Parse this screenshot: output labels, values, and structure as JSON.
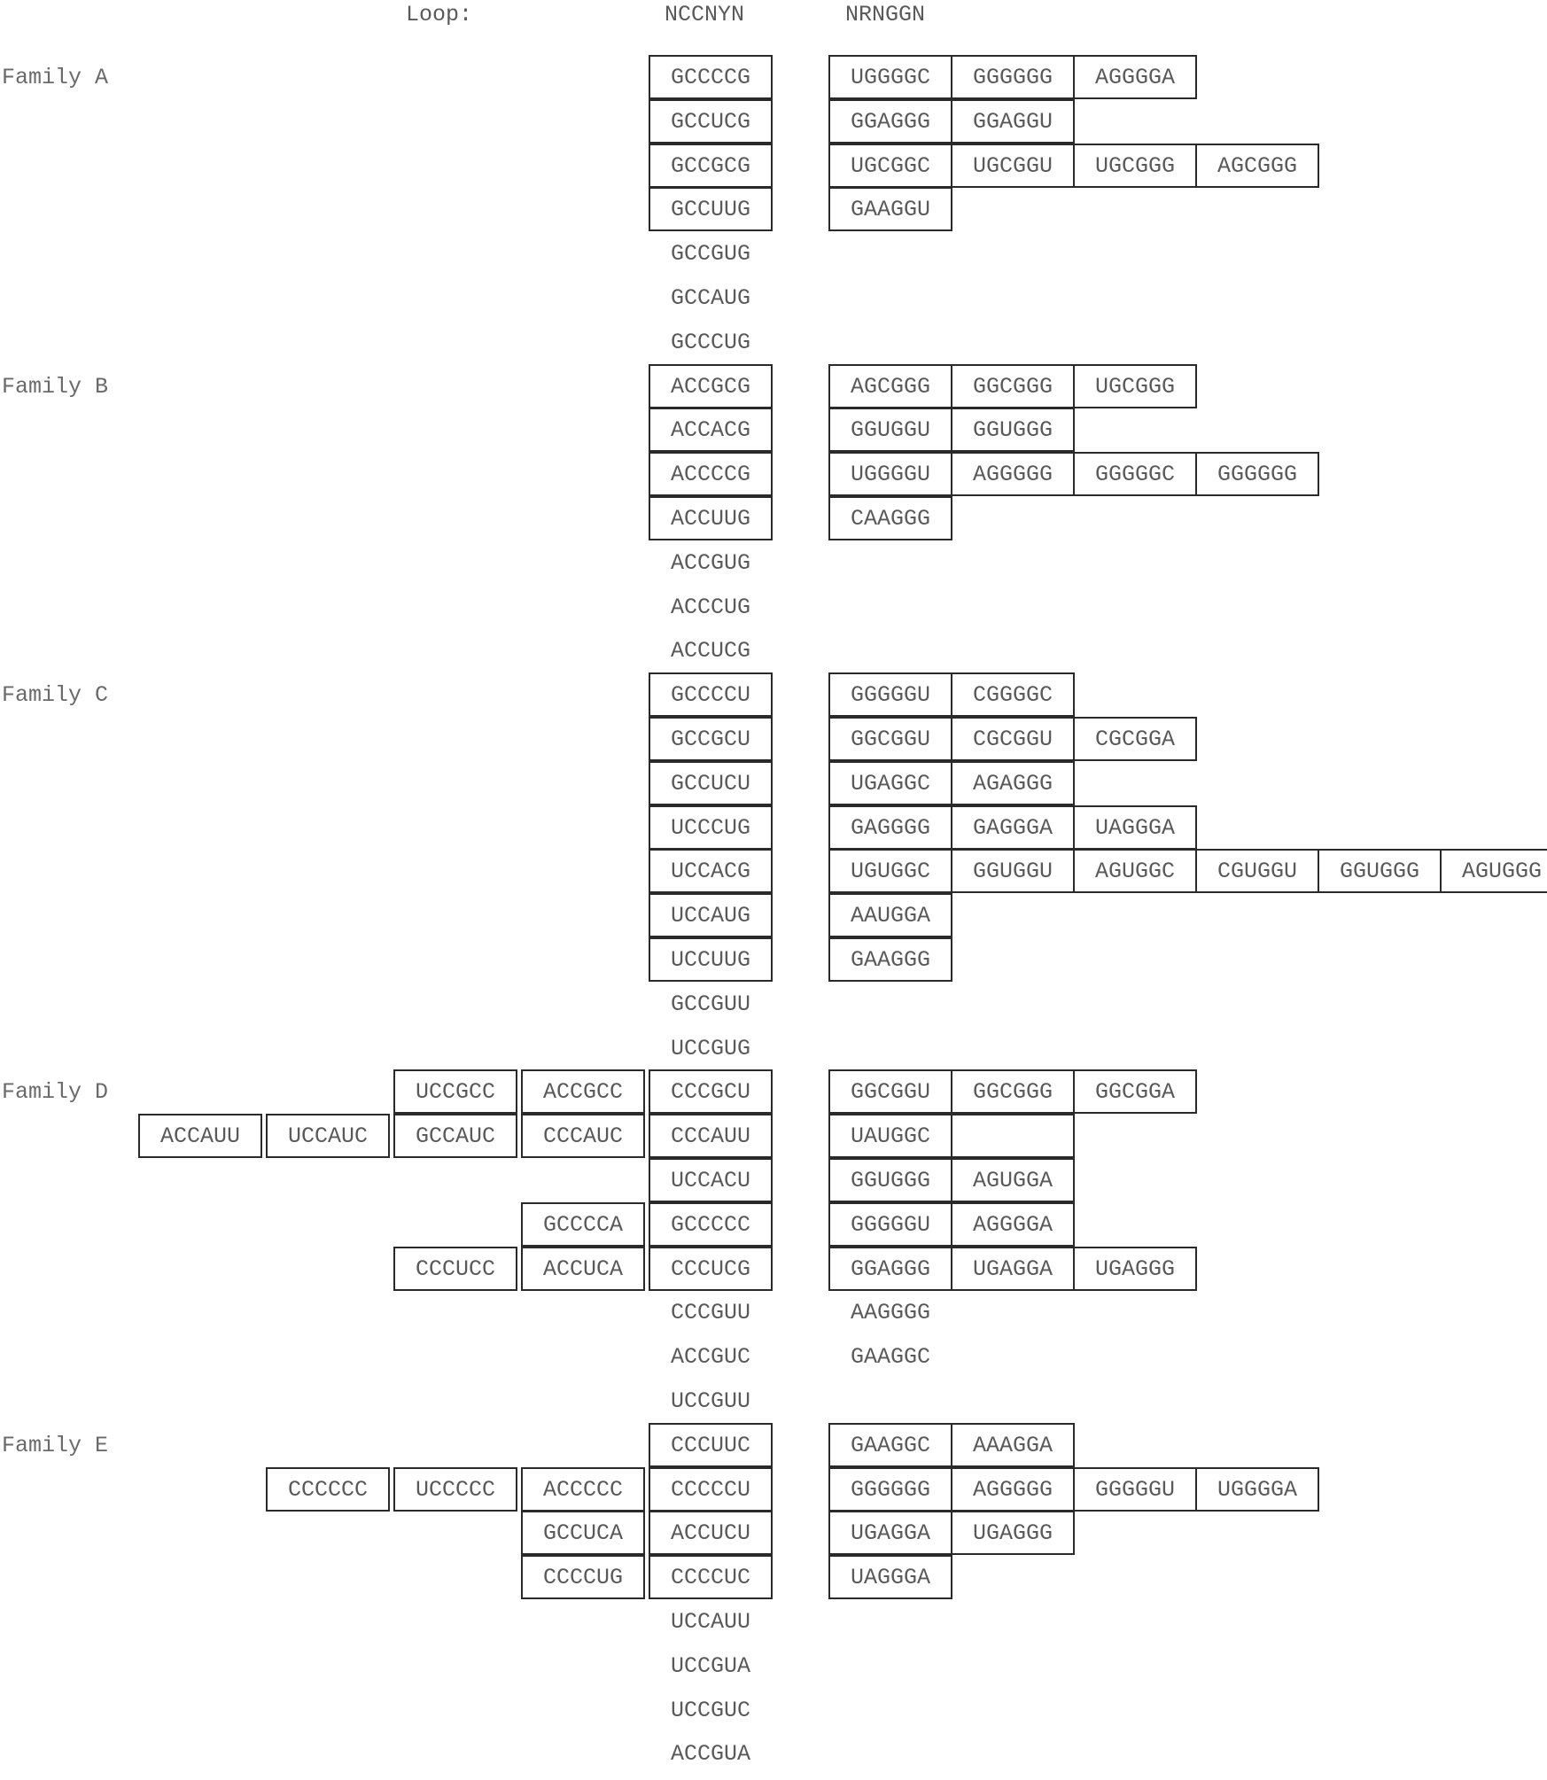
{
  "header": {
    "loop_label": "Loop:",
    "left_motif": "NCCNYN",
    "right_motif": "NRNGGN"
  },
  "families": [
    {
      "name": "Family A",
      "rows": [
        {
          "left": [
            {
              "s": "GCCCCG",
              "box": true
            }
          ],
          "right": [
            {
              "s": "UGGGGC",
              "box": true
            },
            {
              "s": "GGGGGG",
              "box": true
            },
            {
              "s": "AGGGGA",
              "box": true
            }
          ]
        },
        {
          "left": [
            {
              "s": "GCCUCG",
              "box": true
            }
          ],
          "right": [
            {
              "s": "GGAGGG",
              "box": true
            },
            {
              "s": "GGAGGU",
              "box": true
            }
          ]
        },
        {
          "left": [
            {
              "s": "GCCGCG",
              "box": true
            }
          ],
          "right": [
            {
              "s": "UGCGGC",
              "box": true
            },
            {
              "s": "UGCGGU",
              "box": true
            },
            {
              "s": "UGCGGG",
              "box": true
            },
            {
              "s": "AGCGGG",
              "box": true
            }
          ]
        },
        {
          "left": [
            {
              "s": "GCCUUG",
              "box": true
            }
          ],
          "right": [
            {
              "s": "GAAGGU",
              "box": true
            }
          ]
        },
        {
          "left": [
            {
              "s": "GCCGUG",
              "box": false
            }
          ],
          "right": []
        },
        {
          "left": [
            {
              "s": "GCCAUG",
              "box": false
            }
          ],
          "right": []
        },
        {
          "left": [
            {
              "s": "GCCCUG",
              "box": false
            }
          ],
          "right": []
        }
      ]
    },
    {
      "name": "Family B",
      "rows": [
        {
          "left": [
            {
              "s": "ACCGCG",
              "box": true
            }
          ],
          "right": [
            {
              "s": "AGCGGG",
              "box": true
            },
            {
              "s": "GGCGGG",
              "box": true
            },
            {
              "s": "UGCGGG",
              "box": true
            }
          ]
        },
        {
          "left": [
            {
              "s": "ACCACG",
              "box": true
            }
          ],
          "right": [
            {
              "s": "GGUGGU",
              "box": true
            },
            {
              "s": "GGUGGG",
              "box": true
            }
          ]
        },
        {
          "left": [
            {
              "s": "ACCCCG",
              "box": true
            }
          ],
          "right": [
            {
              "s": "UGGGGU",
              "box": true
            },
            {
              "s": "AGGGGG",
              "box": true
            },
            {
              "s": "GGGGGC",
              "box": true
            },
            {
              "s": "GGGGGG",
              "box": true
            }
          ]
        },
        {
          "left": [
            {
              "s": "ACCUUG",
              "box": true
            }
          ],
          "right": [
            {
              "s": "CAAGGG",
              "box": true
            }
          ]
        },
        {
          "left": [
            {
              "s": "ACCGUG",
              "box": false
            }
          ],
          "right": []
        },
        {
          "left": [
            {
              "s": "ACCCUG",
              "box": false
            }
          ],
          "right": []
        },
        {
          "left": [
            {
              "s": "ACCUCG",
              "box": false
            }
          ],
          "right": []
        }
      ]
    },
    {
      "name": "Family C",
      "rows": [
        {
          "left": [
            {
              "s": "GCCCCU",
              "box": true
            }
          ],
          "right": [
            {
              "s": "GGGGGU",
              "box": true
            },
            {
              "s": "CGGGGC",
              "box": true
            }
          ]
        },
        {
          "left": [
            {
              "s": "GCCGCU",
              "box": true
            }
          ],
          "right": [
            {
              "s": "GGCGGU",
              "box": true
            },
            {
              "s": "CGCGGU",
              "box": true
            },
            {
              "s": "CGCGGA",
              "box": true
            }
          ]
        },
        {
          "left": [
            {
              "s": "GCCUCU",
              "box": true
            }
          ],
          "right": [
            {
              "s": "UGAGGC",
              "box": true
            },
            {
              "s": "AGAGGG",
              "box": true
            }
          ]
        },
        {
          "left": [
            {
              "s": "UCCCUG",
              "box": true
            }
          ],
          "right": [
            {
              "s": "GAGGGG",
              "box": true
            },
            {
              "s": "GAGGGA",
              "box": true
            },
            {
              "s": "UAGGGA",
              "box": true
            }
          ]
        },
        {
          "left": [
            {
              "s": "UCCACG",
              "box": true
            }
          ],
          "right": [
            {
              "s": "UGUGGC",
              "box": true
            },
            {
              "s": "GGUGGU",
              "box": true
            },
            {
              "s": "AGUGGC",
              "box": true
            },
            {
              "s": "CGUGGU",
              "box": true
            },
            {
              "s": "GGUGGG",
              "box": true
            },
            {
              "s": "AGUGGG",
              "box": true
            }
          ]
        },
        {
          "left": [
            {
              "s": "UCCAUG",
              "box": true
            }
          ],
          "right": [
            {
              "s": "AAUGGA",
              "box": true
            }
          ]
        },
        {
          "left": [
            {
              "s": "UCCUUG",
              "box": true
            }
          ],
          "right": [
            {
              "s": "GAAGGG",
              "box": true
            }
          ]
        },
        {
          "left": [
            {
              "s": "GCCGUU",
              "box": false
            }
          ],
          "right": []
        },
        {
          "left": [
            {
              "s": "UCCGUG",
              "box": false
            }
          ],
          "right": []
        }
      ]
    },
    {
      "name": "Family D",
      "rows": [
        {
          "left": [
            {
              "s": "UCCGCC",
              "box": true
            },
            {
              "s": "ACCGCC",
              "box": true
            },
            {
              "s": "CCCGCU",
              "box": true
            }
          ],
          "right": [
            {
              "s": "GGCGGU",
              "box": true
            },
            {
              "s": "GGCGGG",
              "box": true
            },
            {
              "s": "GGCGGA",
              "box": true
            }
          ]
        },
        {
          "left": [
            {
              "s": "ACCAUU",
              "box": true
            },
            {
              "s": "UCCAUC",
              "box": true
            },
            {
              "s": "GCCAUC",
              "box": true
            },
            {
              "s": "CCCAUC",
              "box": true
            },
            {
              "s": "CCCAUU",
              "box": true
            }
          ],
          "right": [
            {
              "s": "UAUGGC",
              "box": true
            },
            {
              "s": "",
              "box": true
            }
          ]
        },
        {
          "left": [
            {
              "s": "UCCACU",
              "box": true
            }
          ],
          "right": [
            {
              "s": "GGUGGG",
              "box": true
            },
            {
              "s": "AGUGGA",
              "box": true
            }
          ]
        },
        {
          "left": [
            {
              "s": "GCCCCA",
              "box": true
            },
            {
              "s": "GCCCCC",
              "box": true
            }
          ],
          "right": [
            {
              "s": "GGGGGU",
              "box": true
            },
            {
              "s": "AGGGGA",
              "box": true
            }
          ]
        },
        {
          "left": [
            {
              "s": "CCCUCC",
              "box": true
            },
            {
              "s": "ACCUCA",
              "box": true
            },
            {
              "s": "CCCUCG",
              "box": true
            }
          ],
          "right": [
            {
              "s": "GGAGGG",
              "box": true
            },
            {
              "s": "UGAGGA",
              "box": true
            },
            {
              "s": "UGAGGG",
              "box": true
            }
          ]
        },
        {
          "left": [
            {
              "s": "CCCGUU",
              "box": false
            }
          ],
          "right": [
            {
              "s": "AAGGGG",
              "box": false
            }
          ]
        },
        {
          "left": [
            {
              "s": "ACCGUC",
              "box": false
            }
          ],
          "right": [
            {
              "s": "GAAGGC",
              "box": false
            }
          ]
        },
        {
          "left": [
            {
              "s": "UCCGUU",
              "box": false
            }
          ],
          "right": []
        }
      ]
    },
    {
      "name": "Family E",
      "rows": [
        {
          "left": [
            {
              "s": "CCCUUC",
              "box": true
            }
          ],
          "right": [
            {
              "s": "GAAGGC",
              "box": true
            },
            {
              "s": "AAAGGA",
              "box": true
            }
          ]
        },
        {
          "left": [
            {
              "s": "CCCCCC",
              "box": true
            },
            {
              "s": "UCCCCC",
              "box": true
            },
            {
              "s": "ACCCCC",
              "box": true
            },
            {
              "s": "CCCCCU",
              "box": true
            }
          ],
          "right": [
            {
              "s": "GGGGGG",
              "box": true
            },
            {
              "s": "AGGGGG",
              "box": true
            },
            {
              "s": "GGGGGU",
              "box": true
            },
            {
              "s": "UGGGGA",
              "box": true
            }
          ]
        },
        {
          "left": [
            {
              "s": "GCCUCA",
              "box": true
            },
            {
              "s": "ACCUCU",
              "box": true
            }
          ],
          "right": [
            {
              "s": "UGAGGA",
              "box": true
            },
            {
              "s": "UGAGGG",
              "box": true
            }
          ]
        },
        {
          "left": [
            {
              "s": "CCCCUG",
              "box": true
            },
            {
              "s": "CCCCUC",
              "box": true
            }
          ],
          "right": [
            {
              "s": "UAGGGA",
              "box": true
            }
          ]
        },
        {
          "left": [
            {
              "s": "UCCAUU",
              "box": false
            }
          ],
          "right": []
        },
        {
          "left": [
            {
              "s": "UCCGUA",
              "box": false
            }
          ],
          "right": []
        },
        {
          "left": [
            {
              "s": "UCCGUC",
              "box": false
            }
          ],
          "right": []
        },
        {
          "left": [
            {
              "s": "ACCGUA",
              "box": false
            }
          ],
          "right": []
        }
      ]
    }
  ]
}
